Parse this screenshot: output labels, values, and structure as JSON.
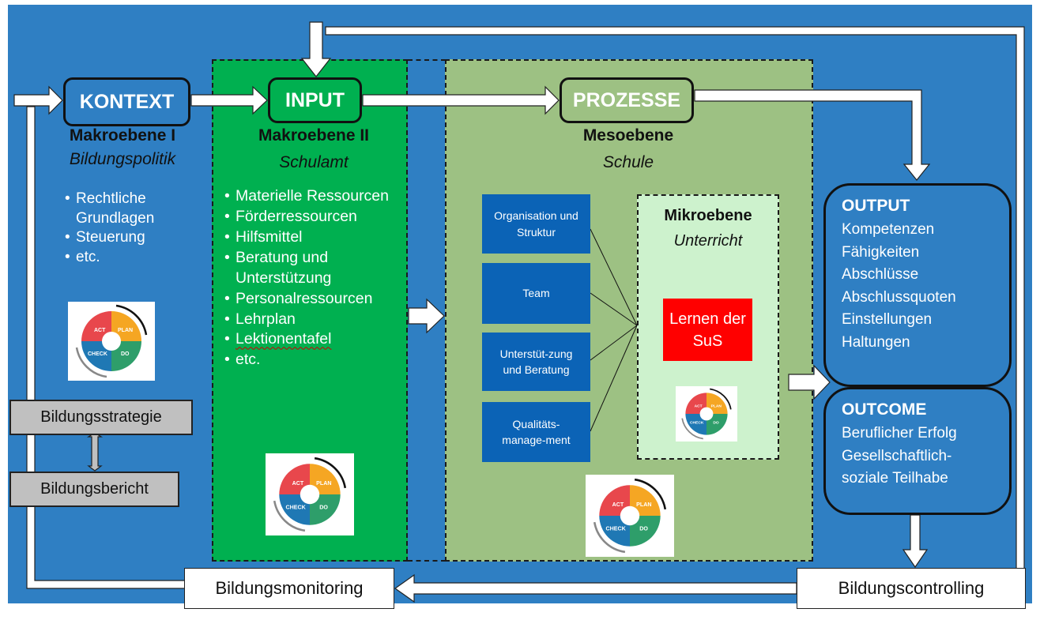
{
  "stages": {
    "kontext": "KONTEXT",
    "input": "INPUT",
    "prozesse": "PROZESSE"
  },
  "levels": {
    "makro1": {
      "title": "Makroebene I",
      "subtitle": "Bildungspolitik",
      "items": [
        "Rechtliche Grundlagen",
        "Steuerung",
        "etc."
      ]
    },
    "makro2": {
      "title": "Makroebene II",
      "subtitle": "Schulamt",
      "items": [
        "Materielle Ressourcen",
        "Förderressourcen",
        "Hilfsmittel",
        "Beratung und Unterstützung",
        "Personalressourcen",
        "Lehrplan",
        "Lektionentafel",
        "etc."
      ]
    },
    "meso": {
      "title": "Mesoebene",
      "subtitle": "Schule"
    },
    "mikro": {
      "title": "Mikroebene",
      "subtitle": "Unterricht"
    }
  },
  "meso_boxes": [
    "Organisation und Struktur",
    "Team",
    "Unterstüt-zung und Beratung",
    "Qualitäts-manage-ment"
  ],
  "lernen": "Lernen der SuS",
  "pdca": {
    "act": "ACT",
    "plan": "PLAN",
    "check": "CHECK",
    "do": "DO"
  },
  "output": {
    "title": "OUTPUT",
    "items": [
      "Kompetenzen",
      "Fähigkeiten",
      "Abschlüsse",
      "Abschlussquoten",
      "Einstellungen",
      "Haltungen"
    ]
  },
  "outcome": {
    "title": "OUTCOME",
    "items": [
      "Beruflicher Erfolg",
      "Gesellschaftlich-",
      "soziale Teilhabe"
    ]
  },
  "bildungsstrategie": "Bildungsstrategie",
  "bildungsbericht": "Bildungsbericht",
  "bildungsmonitoring": "Bildungsmonitoring",
  "bildungscontrolling": "Bildungscontrolling",
  "colors": {
    "background": "#2f7fc3",
    "input_green": "#00b050",
    "meso_green": "#9dc183",
    "mikro_green": "#cdf2cd",
    "box_blue": "#0b63b6",
    "lernen_red": "#ff0000",
    "pdca_act": "#e8474c",
    "pdca_plan": "#f5a623",
    "pdca_check": "#1f78b4",
    "pdca_do": "#2e9e6a"
  }
}
